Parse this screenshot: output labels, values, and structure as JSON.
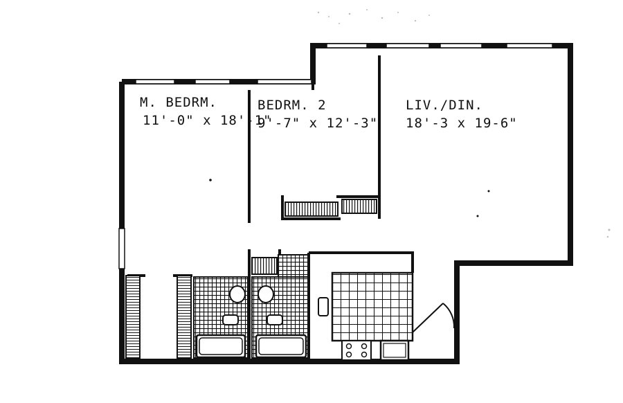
{
  "rooms": {
    "master": {
      "name": "M. BEDRM.",
      "dims": "11'-0\" x 18'-1\""
    },
    "bedroom2": {
      "name": "BEDRM. 2",
      "dims": "9'-7\" x 12'-3\""
    },
    "living": {
      "name": "LIV./DIN.",
      "dims": "18'-3 x 19-6\""
    }
  },
  "colors": {
    "wall": "#111111",
    "paper": "#ffffff"
  }
}
